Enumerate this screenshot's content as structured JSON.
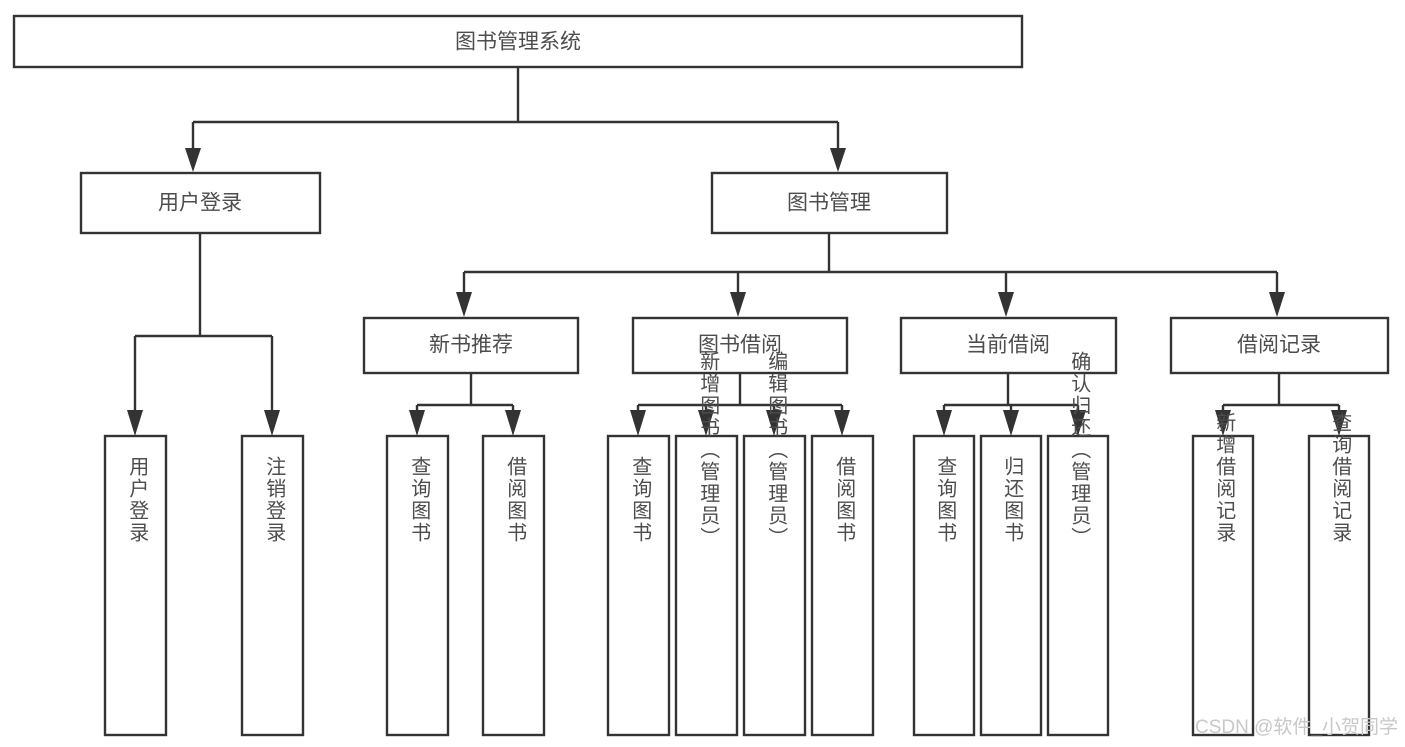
{
  "diagram": {
    "type": "tree",
    "title": "图书管理系统",
    "background_color": "#ffffff",
    "line_color": "#333333",
    "text_color": "#4d4d4d",
    "root": {
      "label": "图书管理系统",
      "orientation": "horizontal"
    },
    "level2": [
      {
        "label": "用户登录",
        "orientation": "horizontal"
      },
      {
        "label": "图书管理",
        "orientation": "horizontal"
      }
    ],
    "level3": [
      {
        "label": "新书推荐",
        "orientation": "horizontal"
      },
      {
        "label": "图书借阅",
        "orientation": "horizontal"
      },
      {
        "label": "当前借阅",
        "orientation": "horizontal"
      },
      {
        "label": "借阅记录",
        "orientation": "horizontal"
      }
    ],
    "leaves_user_login": [
      {
        "label": "用户登录",
        "orientation": "vertical"
      },
      {
        "label": "注销登录",
        "orientation": "vertical"
      }
    ],
    "leaves_new_books": [
      {
        "label": "查询图书",
        "orientation": "vertical"
      },
      {
        "label": "借阅图书",
        "orientation": "vertical"
      }
    ],
    "leaves_book_borrow": [
      {
        "label": "查询图书",
        "orientation": "vertical"
      },
      {
        "label": "新增图书（管理员）",
        "orientation": "vertical"
      },
      {
        "label": "编辑图书（管理员）",
        "orientation": "vertical"
      },
      {
        "label": "借阅图书",
        "orientation": "vertical"
      }
    ],
    "leaves_current_borrow": [
      {
        "label": "查询图书",
        "orientation": "vertical"
      },
      {
        "label": "归还图书",
        "orientation": "vertical"
      },
      {
        "label": "确认归还（管理员）",
        "orientation": "vertical"
      }
    ],
    "leaves_borrow_record": [
      {
        "label": "新增借阅记录",
        "orientation": "vertical"
      },
      {
        "label": "查询借阅记录",
        "orientation": "vertical"
      }
    ]
  },
  "watermark": {
    "text": "CSDN @软件_小贺同学",
    "color": "#c8c8c8"
  }
}
